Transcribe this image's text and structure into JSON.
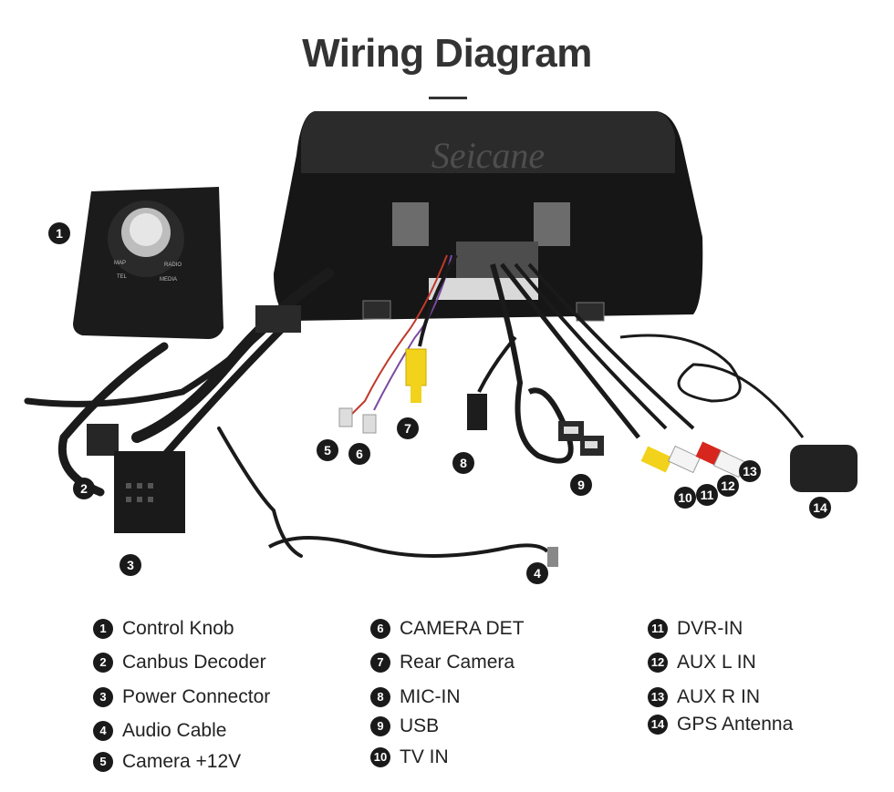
{
  "header": {
    "title": "Wiring Diagram"
  },
  "watermark": "Seicane",
  "knob_buttons": [
    "TEL",
    "MAP",
    "MEDIA",
    "RADIO"
  ],
  "markers": [
    "1",
    "2",
    "3",
    "4",
    "5",
    "6",
    "7",
    "8",
    "9",
    "10",
    "11",
    "12",
    "13",
    "14"
  ],
  "legend": [
    {
      "num": "1",
      "label": "Control Knob"
    },
    {
      "num": "2",
      "label": "Canbus Decoder"
    },
    {
      "num": "3",
      "label": "Power Connector"
    },
    {
      "num": "4",
      "label": "Audio Cable"
    },
    {
      "num": "5",
      "label": "Camera +12V"
    },
    {
      "num": "6",
      "label": "CAMERA DET"
    },
    {
      "num": "7",
      "label": "Rear Camera"
    },
    {
      "num": "8",
      "label": "MIC-IN"
    },
    {
      "num": "9",
      "label": "USB"
    },
    {
      "num": "10",
      "label": "TV IN"
    },
    {
      "num": "11",
      "label": "DVR-IN"
    },
    {
      "num": "12",
      "label": "AUX L IN"
    },
    {
      "num": "13",
      "label": "AUX R IN"
    },
    {
      "num": "14",
      "label": "GPS Antenna"
    }
  ],
  "colors": {
    "marker": "#1a1a1a",
    "rca_yellow": "#f2d21b",
    "rca_red": "#d7261e",
    "rca_white": "#f4f4f4",
    "device": "#151515"
  }
}
